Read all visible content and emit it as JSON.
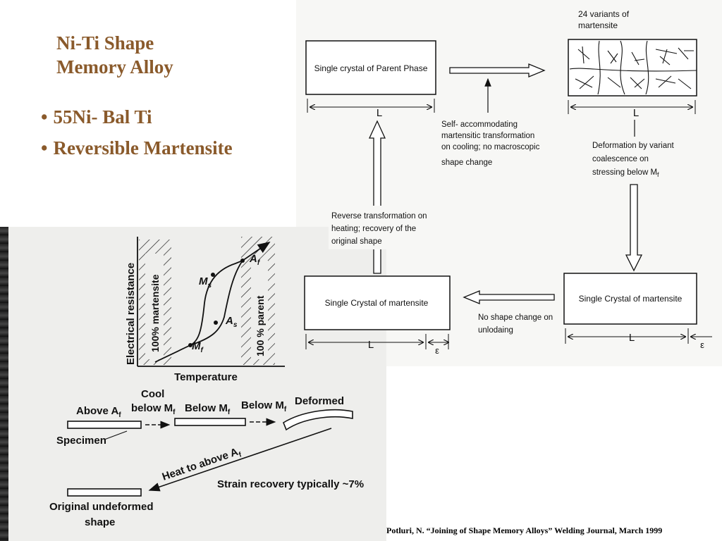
{
  "title": {
    "line1": "Ni-Ti Shape",
    "line2": "Memory Alloy"
  },
  "bullets": [
    "55Ni- Bal Ti",
    "Reversible Martensite"
  ],
  "cycle": {
    "parent_box": "Single crystal of Parent Phase",
    "variants_label": [
      "24 variants of",
      "martensite"
    ],
    "self_accom": [
      "Self- accommodating",
      "martensitic transformation",
      "on cooling; no macroscopic",
      "shape change"
    ],
    "deformation": [
      "Deformation by variant",
      "coalescence on",
      "stressing below M",
      "f"
    ],
    "reverse": [
      "Reverse transformation on",
      "heating;  recovery of the",
      "original shape"
    ],
    "mart_left_box": "Single Crystal of martensite",
    "mart_right_box": "Single Crystal of martensite",
    "no_shape": [
      "No shape change on",
      "unlodaing"
    ],
    "L": "L",
    "eps": "ε"
  },
  "resistance": {
    "ylabel": "Electrical resistance",
    "xlabel": "Temperature",
    "zone_left": "100% martensite",
    "zone_right": "100 % parent",
    "A": "A",
    "M": "M",
    "sub_f": "f",
    "sub_s": "s"
  },
  "process": {
    "above": "Above A",
    "cool": "Cool",
    "below1": "below M",
    "below2": "Below M",
    "below3": "Below M",
    "deformed": "Deformed",
    "specimen": "Specimen",
    "heat": "Heat to above A",
    "strain": "Strain recovery typically ~7%",
    "orig1": "Original undeformed",
    "orig2": "shape",
    "sub_f": "f"
  },
  "citation": "Potluri, N. “Joining of Shape Memory Alloys” Welding Journal, March 1999"
}
